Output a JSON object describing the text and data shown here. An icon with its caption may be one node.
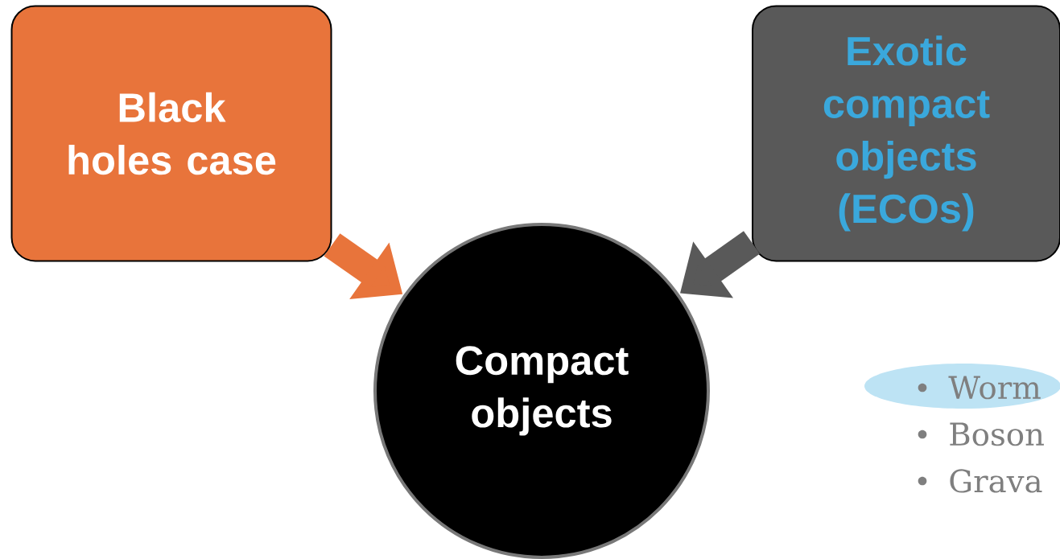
{
  "diagram": {
    "nodes": [
      {
        "text": [
          "Black holes case"
        ]
      },
      {
        "text": [
          "Exotic compact objects (ECOs)"
        ]
      },
      {
        "text": [
          "Compact objects"
        ]
      }
    ],
    "edges": [
      {
        "from": 0,
        "to": 2,
        "arrow": "to",
        "color": "#e8743b"
      },
      {
        "from": 1,
        "to": 2,
        "arrow": "to",
        "color": "#595959"
      }
    ],
    "labels": [
      "Worm",
      "Boson",
      "Grava"
    ]
  }
}
